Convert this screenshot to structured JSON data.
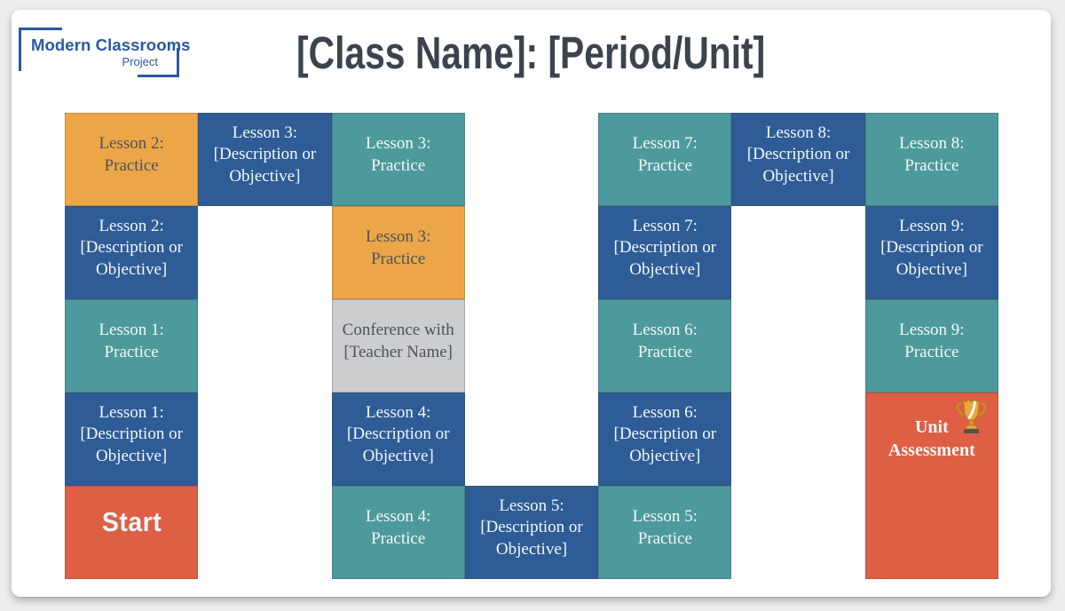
{
  "logo": {
    "name": "Modern Classrooms",
    "subtitle": "Project",
    "color": "#2b57a2"
  },
  "title": {
    "text": "[Class Name]: [Period/Unit]",
    "color": "#3b434e"
  },
  "palette": {
    "blue": "#2e5c97",
    "teal": "#4d9a9d",
    "orange": "#eda647",
    "red": "#de5f44",
    "gray": "#cbcdce",
    "light_text": "#f3f7f7",
    "dark_text": "#4a5360",
    "page_background": "#ededee",
    "card_background": "#ffffff"
  },
  "board": {
    "columns": 7,
    "rows": 5,
    "cells": [
      {
        "name": "cell-lesson2-practice",
        "col": 1,
        "row": 1,
        "color": "orange",
        "text": "dark",
        "heading": "Lesson 2:",
        "body": "Practice"
      },
      {
        "name": "cell-lesson3-description",
        "col": 2,
        "row": 1,
        "color": "blue",
        "text": "light",
        "heading": "Lesson 3:",
        "body": "[Description or Objective]"
      },
      {
        "name": "cell-lesson3-practice",
        "col": 3,
        "row": 1,
        "color": "teal",
        "text": "light",
        "heading": "Lesson 3:",
        "body": "Practice"
      },
      {
        "name": "cell-lesson7-practice",
        "col": 5,
        "row": 1,
        "color": "teal",
        "text": "light",
        "heading": "Lesson 7:",
        "body": "Practice"
      },
      {
        "name": "cell-lesson8-description",
        "col": 6,
        "row": 1,
        "color": "blue",
        "text": "light",
        "heading": "Lesson 8:",
        "body": "[Description or Objective]"
      },
      {
        "name": "cell-lesson8-practice",
        "col": 7,
        "row": 1,
        "color": "teal",
        "text": "light",
        "heading": "Lesson 8:",
        "body": "Practice"
      },
      {
        "name": "cell-lesson2-description",
        "col": 1,
        "row": 2,
        "color": "blue",
        "text": "light",
        "heading": "Lesson 2:",
        "body": "[Description or Objective]"
      },
      {
        "name": "cell-lesson3-practice-alt",
        "col": 3,
        "row": 2,
        "color": "orange",
        "text": "dark",
        "heading": "Lesson 3:",
        "body": "Practice"
      },
      {
        "name": "cell-lesson7-description",
        "col": 5,
        "row": 2,
        "color": "blue",
        "text": "light",
        "heading": "Lesson 7:",
        "body": "[Description or Objective]"
      },
      {
        "name": "cell-lesson9-description",
        "col": 7,
        "row": 2,
        "color": "blue",
        "text": "light",
        "heading": "Lesson 9:",
        "body": "[Description or Objective]"
      },
      {
        "name": "cell-lesson1-practice",
        "col": 1,
        "row": 3,
        "color": "teal",
        "text": "light",
        "heading": "Lesson 1:",
        "body": "Practice"
      },
      {
        "name": "cell-conference",
        "col": 3,
        "row": 3,
        "color": "gray",
        "text": "dark",
        "heading": "",
        "body": "Conference with [Teacher Name]"
      },
      {
        "name": "cell-lesson6-practice",
        "col": 5,
        "row": 3,
        "color": "teal",
        "text": "light",
        "heading": "Lesson 6:",
        "body": "Practice"
      },
      {
        "name": "cell-lesson9-practice",
        "col": 7,
        "row": 3,
        "color": "teal",
        "text": "light",
        "heading": "Lesson 9:",
        "body": "Practice"
      },
      {
        "name": "cell-lesson1-description",
        "col": 1,
        "row": 4,
        "color": "blue",
        "text": "light",
        "heading": "Lesson 1:",
        "body": "[Description or Objective]"
      },
      {
        "name": "cell-lesson4-description",
        "col": 3,
        "row": 4,
        "color": "blue",
        "text": "light",
        "heading": "Lesson 4:",
        "body": "[Description or Objective]"
      },
      {
        "name": "cell-lesson6-description",
        "col": 5,
        "row": 4,
        "color": "blue",
        "text": "light",
        "heading": "Lesson 6:",
        "body": "[Description or Objective]"
      },
      {
        "name": "cell-unit-assessment",
        "col": 7,
        "row": 4,
        "rowspan": 2,
        "color": "red",
        "text": "light",
        "variant": "assessment",
        "heading": "",
        "body": "Unit Assessment",
        "icon": "trophy"
      },
      {
        "name": "cell-start",
        "col": 1,
        "row": 5,
        "color": "red",
        "text": "light",
        "variant": "start",
        "heading": "",
        "body": "Start"
      },
      {
        "name": "cell-lesson4-practice",
        "col": 3,
        "row": 5,
        "color": "teal",
        "text": "light",
        "heading": "Lesson 4:",
        "body": "Practice"
      },
      {
        "name": "cell-lesson5-description",
        "col": 4,
        "row": 5,
        "color": "blue",
        "text": "light",
        "heading": "Lesson 5:",
        "body": "[Description or Objective]"
      },
      {
        "name": "cell-lesson5-practice",
        "col": 5,
        "row": 5,
        "color": "teal",
        "text": "light",
        "heading": "Lesson 5:",
        "body": "Practice"
      }
    ]
  }
}
